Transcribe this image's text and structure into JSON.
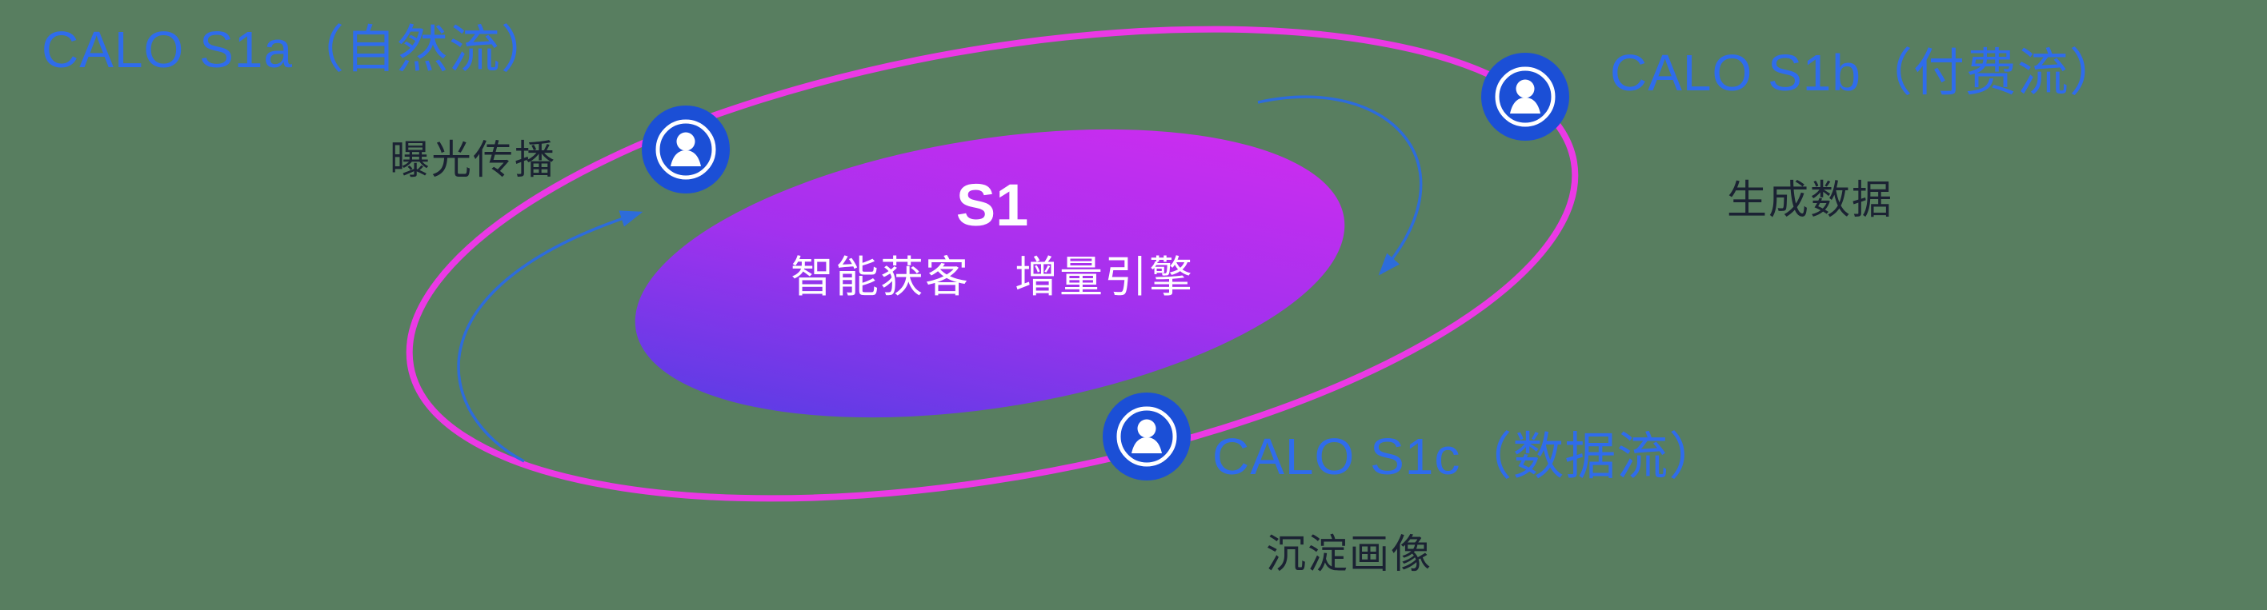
{
  "colors": {
    "background": "#587e60",
    "heading_blue": "#2f6ceb",
    "dark_text": "#1b2233",
    "ring_magenta": "#eb39e5",
    "node_blue": "#1b4fd6",
    "arrow_blue": "#2d6cdb",
    "center_text": "#ffffff",
    "gradient_start": "#4540e2",
    "gradient_mid": "#a331ee",
    "gradient_end": "#d92bf0"
  },
  "center": {
    "title": "S1",
    "subtitle": "智能获客　增量引擎"
  },
  "nodes": {
    "s1a": {
      "title": "CALO S1a（自然流）",
      "subtitle": "曝光传播"
    },
    "s1b": {
      "title": "CALO S1b（付费流）",
      "subtitle": "生成数据"
    },
    "s1c": {
      "title": "CALO S1c（数据流）",
      "subtitle": "沉淀画像"
    }
  },
  "icons": {
    "node_icon": "user-in-circle",
    "arrow_icon": "curved-cycle-arrow"
  }
}
